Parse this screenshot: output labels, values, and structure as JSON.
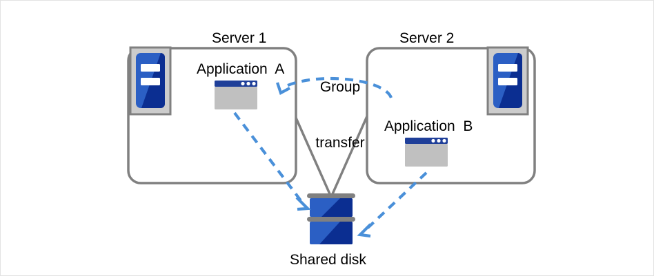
{
  "diagram": {
    "title_visible": false,
    "background": "#ffffff",
    "border_color": "#e3e3e3"
  },
  "colors": {
    "box_stroke": "#808080",
    "connector_line": "#808080",
    "arrow_blue": "#4a90d9",
    "icon_blue_light": "#2b5fc4",
    "icon_blue_dark": "#0b2e91",
    "icon_gray_frame": "#cccccc",
    "icon_gray_border": "#808080",
    "window_titlebar": "#1f3f99",
    "window_body": "#c0c0c0",
    "disk_bar_gray": "#808080",
    "text": "#000000"
  },
  "servers": [
    {
      "id": "server-1",
      "label": "Server 1",
      "icon_name": "server-icon",
      "icon_position": "top-left",
      "application": {
        "label": "Application  A",
        "icon_name": "application-window-icon"
      }
    },
    {
      "id": "server-2",
      "label": "Server 2",
      "icon_name": "server-icon",
      "icon_position": "top-right",
      "application": {
        "label": "Application  B",
        "icon_name": "application-window-icon"
      }
    }
  ],
  "storage": {
    "id": "shared-disk",
    "label": "Shared disk",
    "icon_name": "disk-stack-icon",
    "platter_count": 2
  },
  "annotations": {
    "group_transfer": {
      "line1": "Group",
      "line2": "transfer",
      "arrow_name": "group-transfer-arrow",
      "direction": "server-2-to-server-1",
      "style": "dashed"
    },
    "app_a_to_disk": {
      "arrow_name": "app-a-to-disk-arrow",
      "style": "dashed"
    },
    "app_b_to_disk": {
      "arrow_name": "app-b-to-disk-arrow",
      "style": "dashed"
    }
  }
}
